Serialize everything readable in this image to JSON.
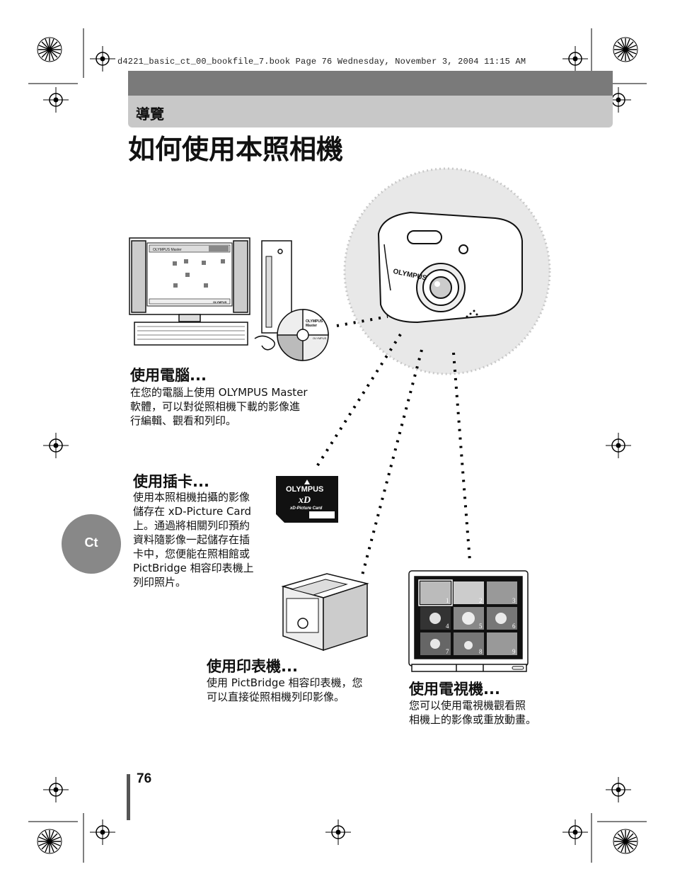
{
  "printer_slug": "d4221_basic_ct_00_bookfile_7.book  Page 76  Wednesday, November 3, 2004  11:15 AM",
  "header": {
    "section_label": "導覽"
  },
  "page_title": "如何使用本照相機",
  "sections": {
    "computer": {
      "heading": "使用電腦...",
      "lines": [
        "在您的電腦上使用 OLYMPUS Master",
        "軟體，可以對從照相機下載的影像進",
        "行編輯、觀看和列印。"
      ]
    },
    "card": {
      "heading": "使用插卡...",
      "lines": [
        "使用本照相機拍攝的影像",
        "儲存在 xD-Picture Card",
        "上。通過將相關列印預約",
        "資料隨影像一起儲存在插",
        "卡中，您便能在照相館或",
        "PictBridge 相容印表機上",
        "列印照片。"
      ]
    },
    "printer": {
      "heading": "使用印表機...",
      "lines": [
        "使用 PictBridge 相容印表機，您",
        "可以直接從照相機列印影像。"
      ]
    },
    "tv": {
      "heading": "使用電視機...",
      "lines": [
        "您可以使用電視機觀看照",
        "相機上的影像或重放動畫。"
      ]
    }
  },
  "illustration_text": {
    "camera_brand": "OLYMPUS",
    "card_brand": "OLYMPUS",
    "card_logo": "xD",
    "card_type": "xD-Picture Card",
    "monitor_app_title": "OLYMPUS Master",
    "monitor_footer_brand": "OLYMPUS",
    "cd_label_line1": "OLYMPUS",
    "cd_label_line2": "Master",
    "cd_label_brand": "OLYMPUS",
    "tv_thumb_numbers": [
      "1",
      "2",
      "3",
      "4",
      "5",
      "6",
      "7",
      "8",
      "9"
    ]
  },
  "lang_tab": "Ct",
  "page_number": "76"
}
